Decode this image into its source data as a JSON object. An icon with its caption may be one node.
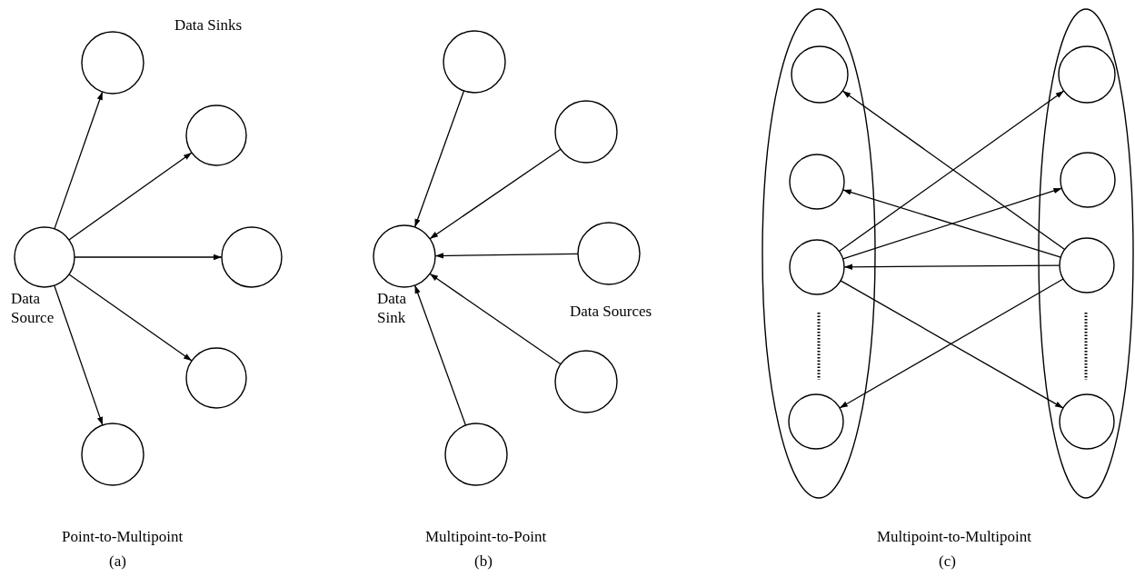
{
  "diagram": {
    "nodes": [
      {
        "text": [],
        "shape": "circle"
      },
      {
        "text": [],
        "shape": "circle"
      },
      {
        "text": [],
        "shape": "circle",
        "beside": [
          "Data Source"
        ]
      },
      {
        "text": [],
        "shape": "circle"
      },
      {
        "text": [],
        "shape": "circle"
      },
      {
        "text": [],
        "shape": "circle"
      },
      {
        "text": [],
        "shape": "circle"
      },
      {
        "text": [],
        "shape": "circle"
      },
      {
        "text": [],
        "shape": "circle",
        "beside": [
          "Data Sink"
        ]
      },
      {
        "text": [],
        "shape": "circle"
      },
      {
        "text": [],
        "shape": "circle"
      },
      {
        "text": [],
        "shape": "circle"
      },
      {
        "text": [],
        "shape": "ellipse"
      },
      {
        "text": [],
        "shape": "circle",
        "in": 12
      },
      {
        "text": [],
        "shape": "circle",
        "in": 12
      },
      {
        "text": [],
        "shape": "circle",
        "in": 12
      },
      {
        "text": [],
        "shape": "circle",
        "in": 12
      },
      {
        "text": [],
        "shape": "ellipse"
      },
      {
        "text": [],
        "shape": "circle",
        "in": 17
      },
      {
        "text": [],
        "shape": "circle",
        "in": 17
      },
      {
        "text": [],
        "shape": "circle",
        "in": 17
      },
      {
        "text": [],
        "shape": "circle",
        "in": 17
      }
    ],
    "edges": [
      {
        "from": 2,
        "to": 0,
        "arrow": "to"
      },
      {
        "from": 2,
        "to": 1,
        "arrow": "to"
      },
      {
        "from": 2,
        "to": 3,
        "arrow": "to"
      },
      {
        "from": 2,
        "to": 4,
        "arrow": "to"
      },
      {
        "from": 2,
        "to": 5,
        "arrow": "to"
      },
      {
        "from": 6,
        "to": 8,
        "arrow": "to"
      },
      {
        "from": 7,
        "to": 8,
        "arrow": "to"
      },
      {
        "from": 9,
        "to": 8,
        "arrow": "to"
      },
      {
        "from": 10,
        "to": 8,
        "arrow": "to"
      },
      {
        "from": 11,
        "to": 8,
        "arrow": "to"
      },
      {
        "from": 20,
        "to": 13,
        "arrow": "to"
      },
      {
        "from": 20,
        "to": 14,
        "arrow": "to"
      },
      {
        "from": 20,
        "to": 15,
        "arrow": "to"
      },
      {
        "from": 20,
        "to": 16,
        "arrow": "to"
      },
      {
        "from": 15,
        "to": 18,
        "arrow": "to"
      },
      {
        "from": 15,
        "to": 19,
        "arrow": "to"
      },
      {
        "from": 15,
        "to": 21,
        "arrow": "to"
      }
    ],
    "labels": [
      "Data Sinks",
      "Data Sources",
      "Point-to-Multipoint",
      "Multipoint-to-Point",
      "Multipoint-to-Multipoint",
      "(a)",
      "(b)",
      "(c)"
    ]
  }
}
